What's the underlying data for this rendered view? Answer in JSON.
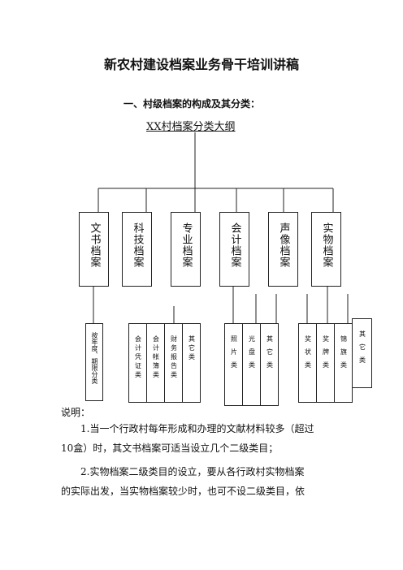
{
  "title": "新农村建设档案业务骨干培训讲稿",
  "heading": "一、村级档案的构成及其分类：",
  "diagram": {
    "title": "XX村档案分类大纲",
    "categories": [
      {
        "label": "文书档案"
      },
      {
        "label": "科技档案"
      },
      {
        "label": "专业档案"
      },
      {
        "label": "会计档案"
      },
      {
        "label": "声像档案"
      },
      {
        "label": "实物档案"
      }
    ],
    "subcategories": [
      {
        "label": "按年度、期限分类"
      },
      {
        "label": "会计凭证类"
      },
      {
        "label": "会计帐簿类"
      },
      {
        "label": "财务报告类"
      },
      {
        "label": "其它类"
      },
      {
        "label": "照片类"
      },
      {
        "label": "光盘类"
      },
      {
        "label": "其它类"
      },
      {
        "label": "奖状类"
      },
      {
        "label": "奖牌类"
      },
      {
        "label": "锦旗类"
      },
      {
        "label": "其它类"
      }
    ]
  },
  "notes": {
    "label": "说明：",
    "p1_line1": "1.当一个行政村每年形成和办理的文献材料较多（超过",
    "p1_line2": "10盒）时，其文书档案可适当设立几个二级类目；",
    "p2_line1": "2.实物档案二级类目的设立，要从各行政村实物档案",
    "p2_line2": "的实际出发，当实物档案较少时，也可不设二级类目，依"
  }
}
